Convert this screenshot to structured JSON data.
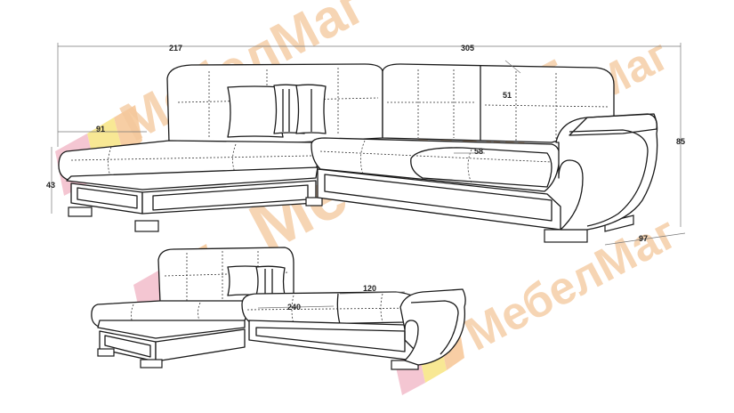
{
  "watermark": {
    "text": "МебелМаг",
    "colors": {
      "text": "#f4c89c",
      "pink": "#f2b8c8",
      "yellow": "#f7e37a",
      "orange": "#f6c28e"
    }
  },
  "dimensions": {
    "width_left": "217",
    "width_right": "305",
    "chaise_depth": "91",
    "seat_height": "43",
    "back_height": "51",
    "seat_depth": "58",
    "total_height": "85",
    "arm_depth": "97",
    "bed_width": "120",
    "bed_length": "240"
  }
}
